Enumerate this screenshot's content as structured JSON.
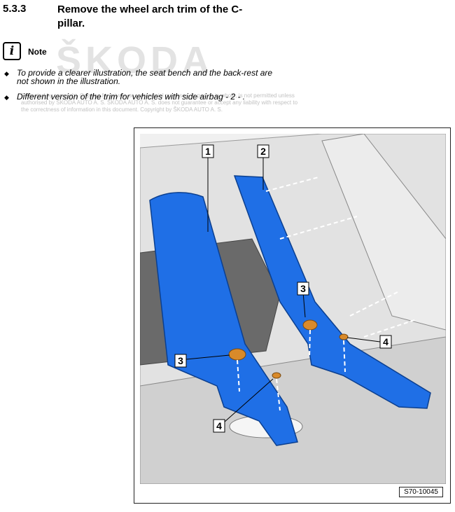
{
  "section": {
    "number": "5.3.3",
    "title": "Remove the wheel arch trim of the C-pillar."
  },
  "note": {
    "icon": "info-icon",
    "label": "Note"
  },
  "watermark": "ŠKODA",
  "bullets": [
    "To provide a clearer illustration, the seat bench and the back-rest are not shown in the illustration.",
    "Different version of the trim for vehicles with side airbag - 2 - ."
  ],
  "copyright": "Protected by copyright. Copying for private or commercial purposes, in part or in whole, is not permitted unless authorised by ŠKODA AUTO A. S. ŠKODA AUTO A. S. does not guarantee or accept any liability with respect to the correctness of information in this document. Copyright by ŠKODA AUTO A. S.",
  "figure": {
    "code": "S70-10045",
    "callouts": [
      "1",
      "2",
      "3",
      "3",
      "4",
      "4"
    ],
    "colors": {
      "trim": "#1f6fe6",
      "clip": "#d98a2a",
      "background": "#e6e6e6"
    }
  }
}
